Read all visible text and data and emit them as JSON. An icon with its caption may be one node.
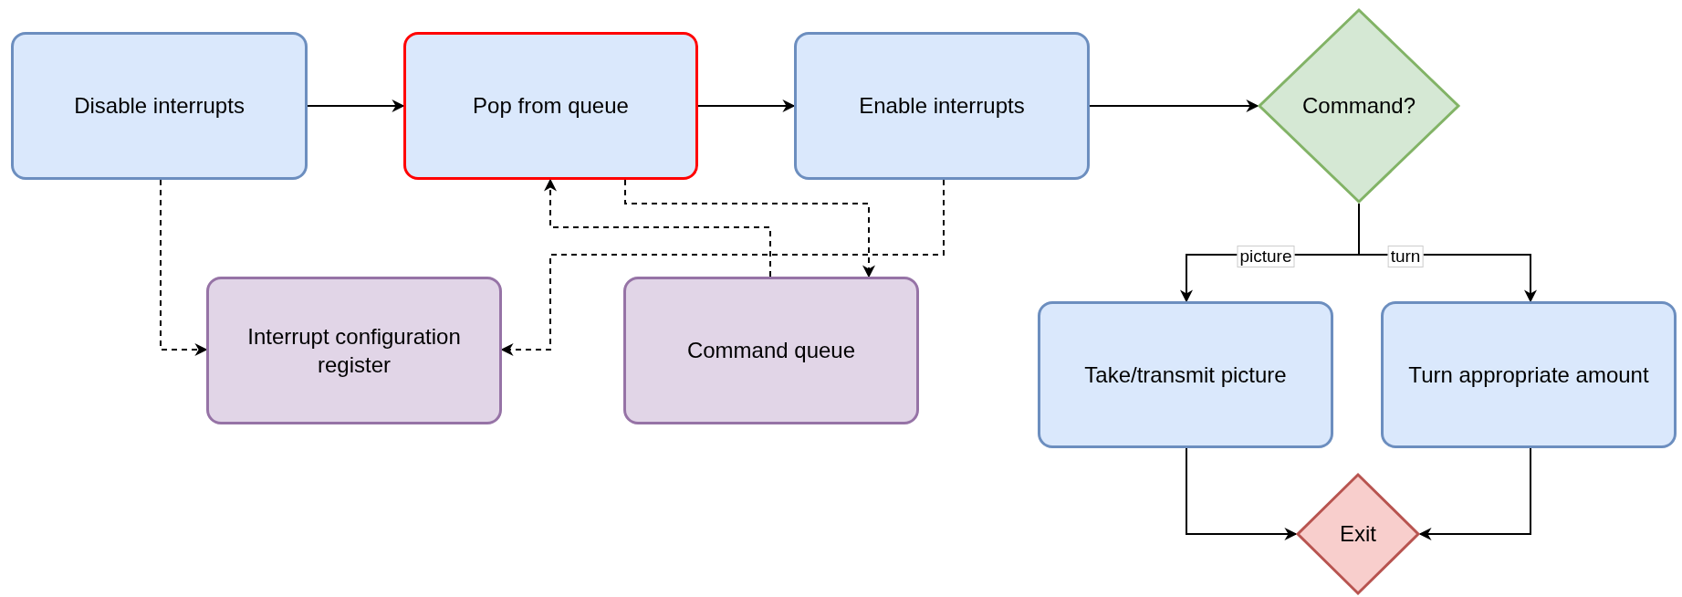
{
  "diagram": {
    "nodes": [
      {
        "text": [
          "Disable interrupts"
        ]
      },
      {
        "text": [
          "Pop from queue"
        ]
      },
      {
        "text": [
          "Enable interrupts"
        ]
      },
      {
        "text": [
          "Command?"
        ]
      },
      {
        "text": [
          "Interrupt configuration register"
        ]
      },
      {
        "text": [
          "Command queue"
        ]
      },
      {
        "text": [
          "Take/transmit picture"
        ]
      },
      {
        "text": [
          "Turn appropriate amount"
        ]
      },
      {
        "text": [
          "Exit"
        ]
      }
    ],
    "edges": [
      {
        "from": 0,
        "to": 1,
        "arrow": "to"
      },
      {
        "from": 1,
        "to": 2,
        "arrow": "to"
      },
      {
        "from": 2,
        "to": 3,
        "arrow": "to"
      },
      {
        "from": 0,
        "to": 4,
        "arrow": "to",
        "style": "dashed"
      },
      {
        "from": 5,
        "to": 1,
        "arrow": "to",
        "style": "dashed"
      },
      {
        "from": 1,
        "to": 5,
        "arrow": "to",
        "style": "dashed"
      },
      {
        "from": 2,
        "to": 4,
        "arrow": "to",
        "style": "dashed"
      },
      {
        "from": 3,
        "to": 6,
        "arrow": "to",
        "label": "picture"
      },
      {
        "from": 3,
        "to": 7,
        "arrow": "to",
        "label": "turn"
      },
      {
        "from": 6,
        "to": 8,
        "arrow": "to"
      },
      {
        "from": 7,
        "to": 8,
        "arrow": "to"
      }
    ]
  }
}
